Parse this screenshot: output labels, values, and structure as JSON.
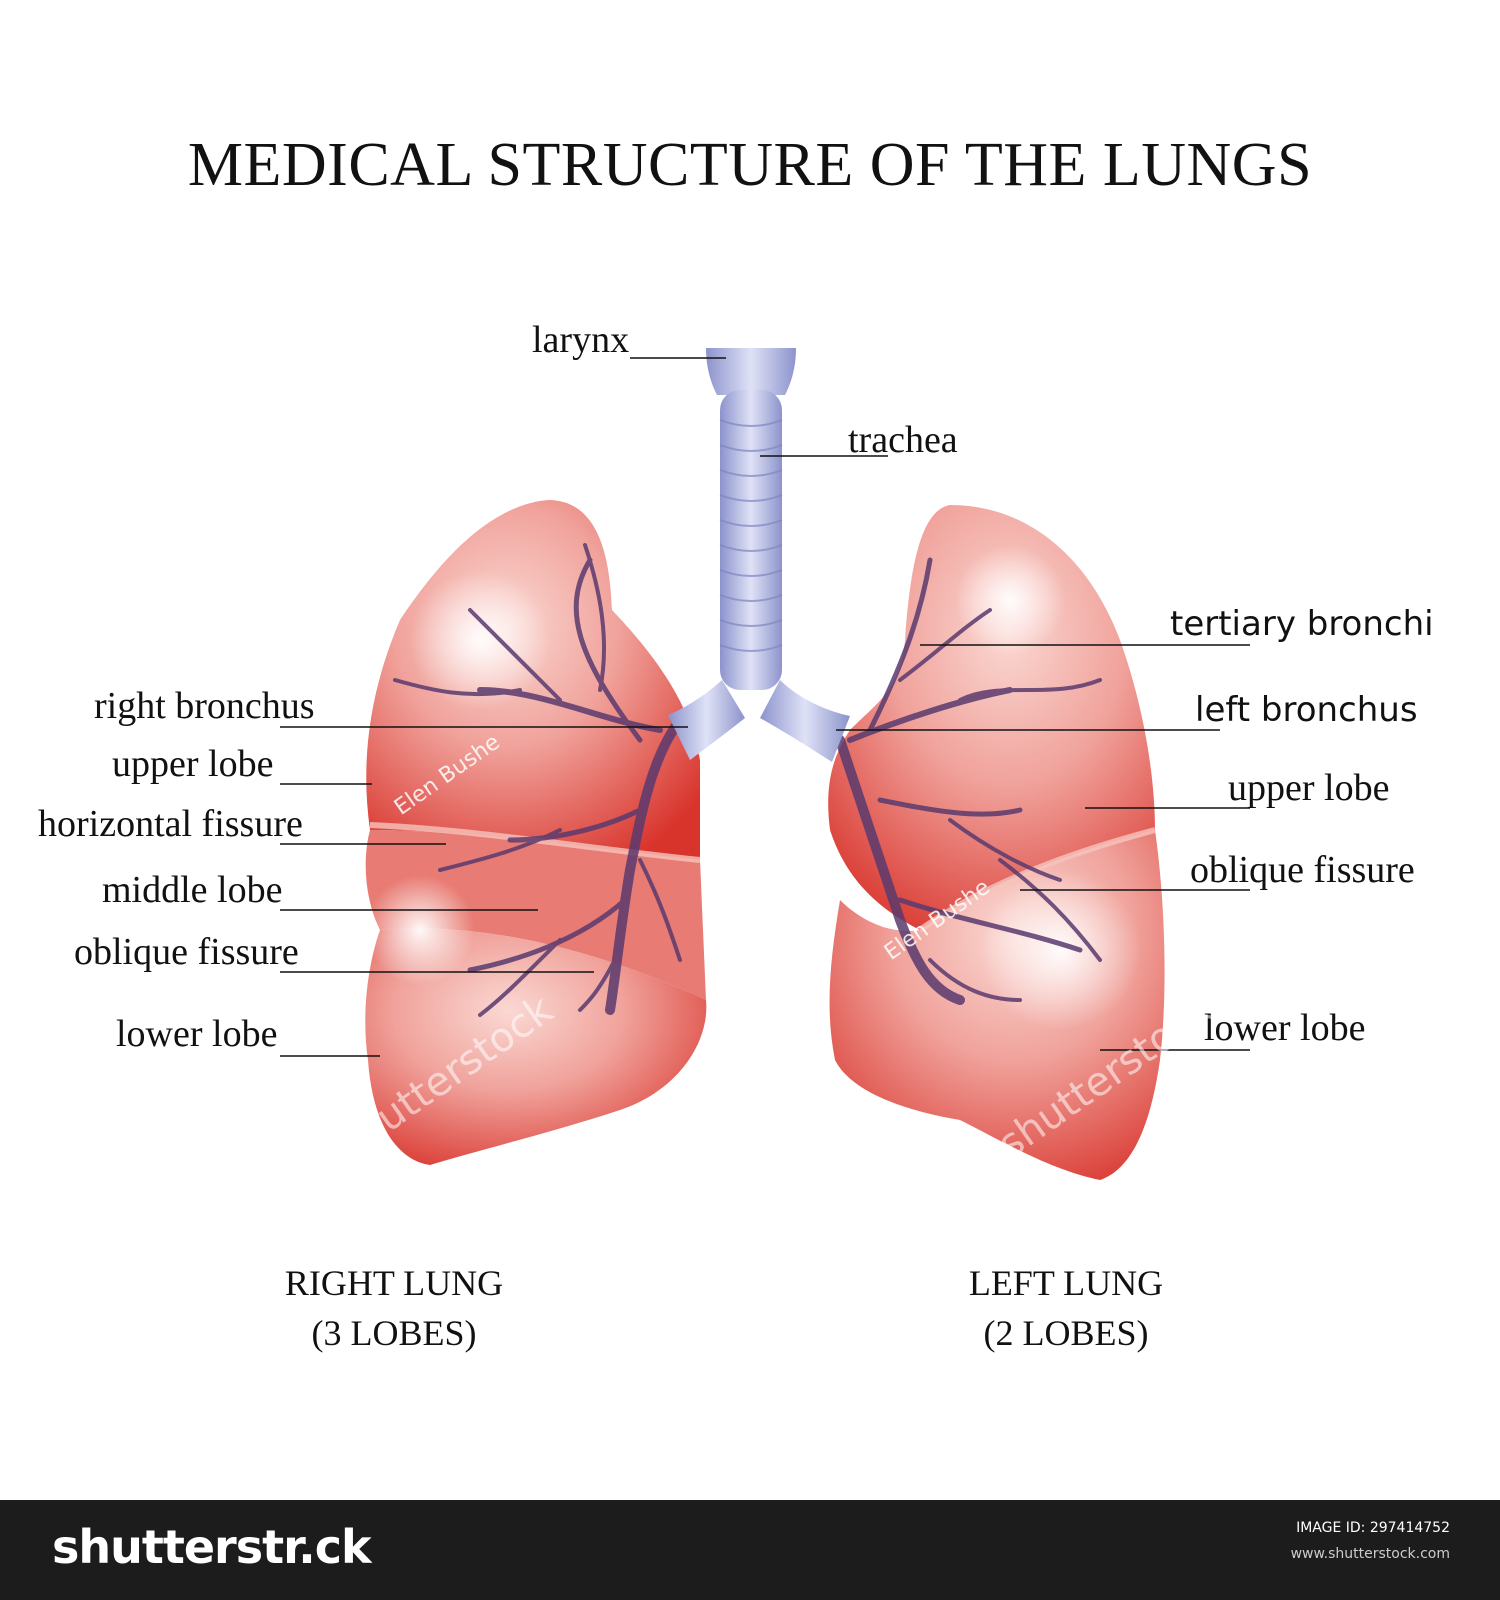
{
  "title": "MEDICAL STRUCTURE OF THE LUNGS",
  "labels": {
    "larynx": "larynx",
    "trachea": "trachea",
    "tertiary_bronchi": "tertiary bronchi",
    "right_bronchus": "right bronchus",
    "left_bronchus": "left bronchus",
    "right_upper_lobe": "upper lobe",
    "left_upper_lobe": "upper lobe",
    "horizontal_fissure": "horizontal fissure",
    "middle_lobe": "middle lobe",
    "right_oblique_fissure": "oblique fissure",
    "left_oblique_fissure": "oblique fissure",
    "right_lower_lobe": "lower lobe",
    "left_lower_lobe": "lower lobe"
  },
  "captions": {
    "right_lung_line1": "RIGHT LUNG",
    "right_lung_line2": "(3 LOBES)",
    "left_lung_line1": "LEFT LUNG",
    "left_lung_line2": "(2 LOBES)"
  },
  "watermark": {
    "author": "Elen Bushe",
    "brand": "shutterstock"
  },
  "footer": {
    "brand": "shutterstr.ck",
    "image_id": "IMAGE ID: 297414752",
    "site": "www.shutterstock.com"
  },
  "colors": {
    "lung_red": "#d8342c",
    "lung_pink": "#f3b2aa",
    "trachea_blue": "#a4acdc",
    "bronchi_purple": "#5a3a6e",
    "footer_bg": "#1c1c1c"
  }
}
